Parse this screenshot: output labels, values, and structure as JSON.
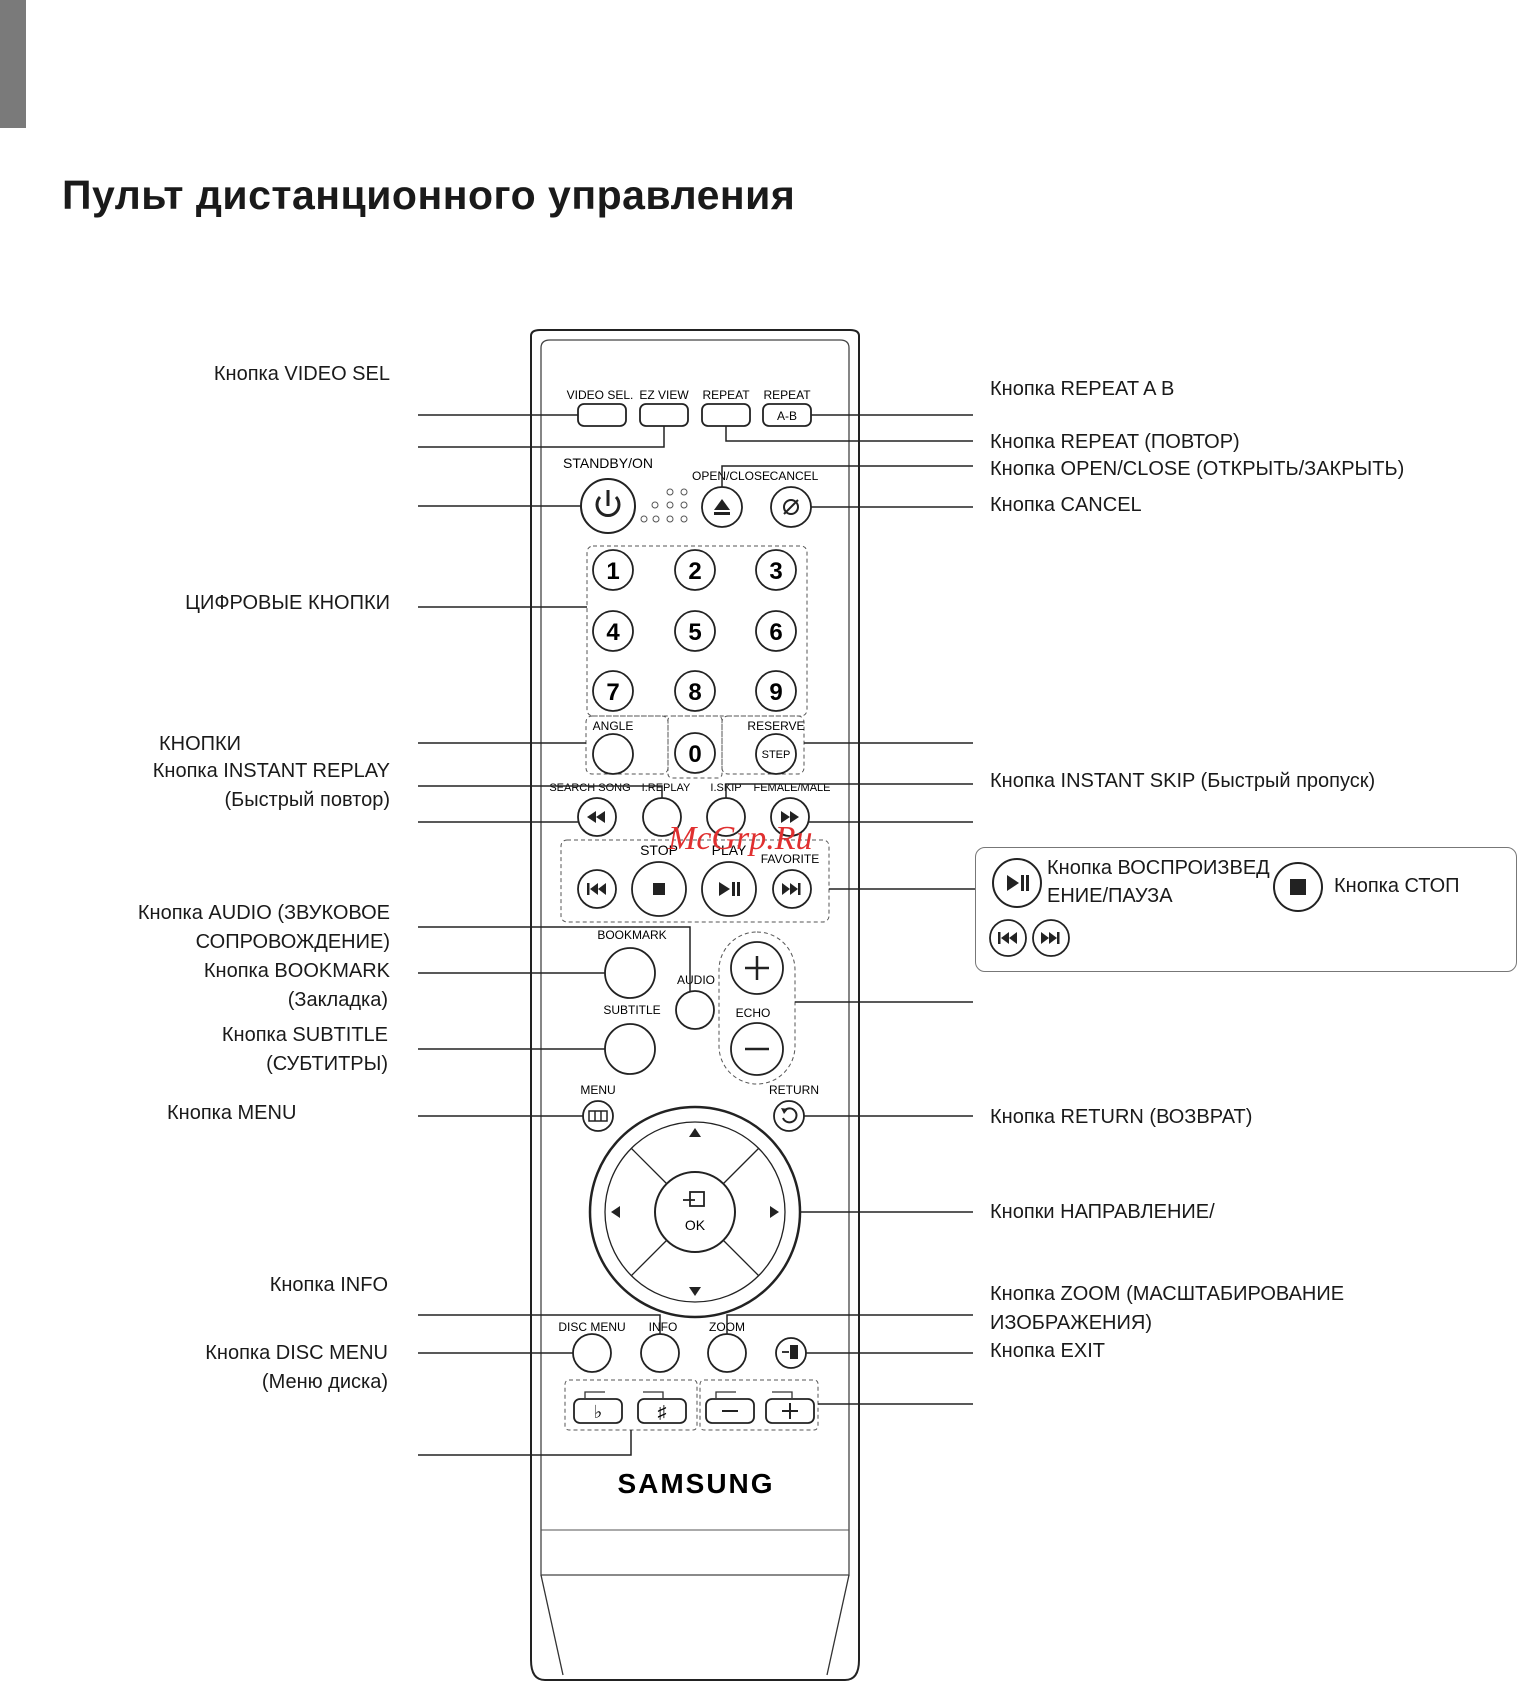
{
  "page": {
    "title": "Пульт дистанционного управления"
  },
  "watermark": "McGrp.Ru",
  "remote": {
    "brand": "SAMSUNG",
    "labels": {
      "video_sel": "VIDEO SEL.",
      "ez_view": "EZ VIEW",
      "repeat": "REPEAT",
      "repeat_ab": "REPEAT",
      "ab": "A-B",
      "standby": "STANDBY/ON",
      "open_close": "OPEN/CLOSE",
      "cancel": "CANCEL",
      "angle": "ANGLE",
      "reserve": "RESERVE",
      "step": "STEP",
      "search_song": "SEARCH SONG",
      "i_replay": "I.REPLAY",
      "i_skip": "I.SKIP",
      "female_male": "FEMALE/MALE",
      "stop": "STOP",
      "play": "PLAY",
      "favorite": "FAVORITE",
      "bookmark": "BOOKMARK",
      "audio": "AUDIO",
      "subtitle": "SUBTITLE",
      "echo": "ECHO",
      "menu": "MENU",
      "return": "RETURN",
      "ok": "OK",
      "disc_menu": "DISC MENU",
      "info": "INFO",
      "zoom": "ZOOM"
    },
    "digits": [
      "1",
      "2",
      "3",
      "4",
      "5",
      "6",
      "7",
      "8",
      "9",
      "0"
    ]
  },
  "callouts_left": {
    "video_sel": "Кнопка VIDEO SEL",
    "numeric": "ЦИФРОВЫЕ КНОПКИ",
    "buttons": "КНОПКИ",
    "instant_replay_1": "Кнопка INSTANT REPLAY",
    "instant_replay_2": "(Быстрый повтор)",
    "audio_1": "Кнопка AUDIO (ЗВУКОВОЕ",
    "audio_2": "СОПРОВОЖДЕНИЕ)",
    "bookmark_1": "Кнопка BOOKMARK",
    "bookmark_2": "(Закладка)",
    "subtitle_1": "Кнопка SUBTITLE",
    "subtitle_2": "(СУБТИТРЫ)",
    "menu": "Кнопка MENU",
    "info": "Кнопка INFO",
    "disc_menu_1": "Кнопка DISC MENU",
    "disc_menu_2": "(Меню диска)"
  },
  "callouts_right": {
    "repeat_ab": "Кнопка REPEAT A B",
    "repeat": "Кнопка REPEAT (ПОВТОР)",
    "open_close": "Кнопка OPEN/CLOSE (ОТКРЫТЬ/ЗАКРЫТЬ)",
    "cancel": "Кнопка CANCEL",
    "instant_skip": "Кнопка INSTANT SKIP (Быстрый пропуск)",
    "return": "Кнопка RETURN (ВОЗВРАТ)",
    "direction": "Кнопки НАПРАВЛЕНИЕ/",
    "zoom_1": "Кнопка ZOOM (МАСШТАБИРОВАНИЕ",
    "zoom_2": "ИЗОБРАЖЕНИЯ)",
    "exit": "Кнопка EXIT"
  },
  "legend": {
    "play_1": "Кнопка ВОСПРОИЗВЕД",
    "play_2": "ЕНИЕ/ПАУЗА",
    "stop": "Кнопка СТОП"
  }
}
